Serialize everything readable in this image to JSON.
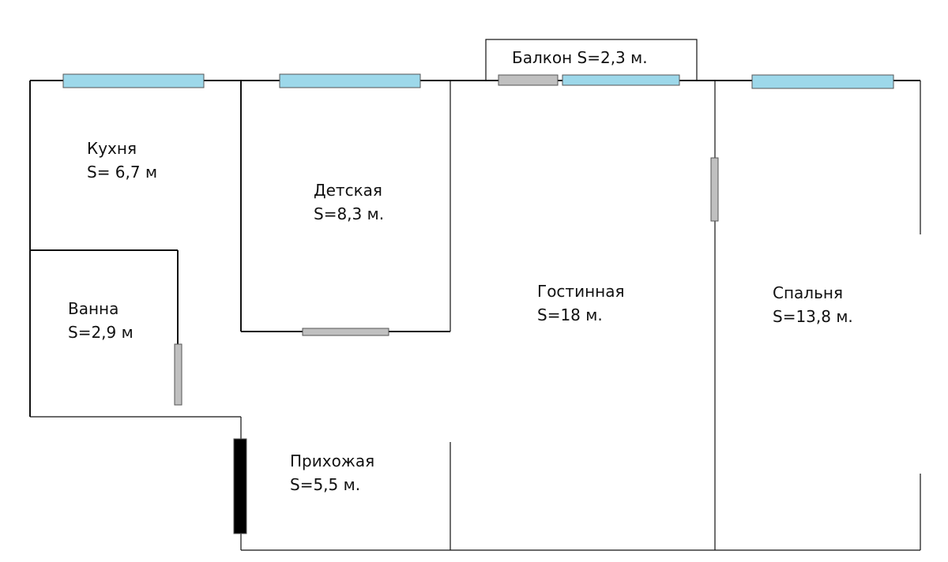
{
  "rooms": {
    "kitchen": {
      "name": "Кухня",
      "area": "S= 6,7 м"
    },
    "kids": {
      "name": "Детская",
      "area": "S=8,3 м."
    },
    "bath": {
      "name": "Ванна",
      "area": "S=2,9 м"
    },
    "living": {
      "name": "Гостинная",
      "area": "S=18 м."
    },
    "bedroom": {
      "name": "Спальня",
      "area": "S=13,8 м."
    },
    "hall": {
      "name": "Прихожая",
      "area": "S=5,5 м."
    },
    "balcony": {
      "label": "Балкон S=2,3 м."
    }
  },
  "colors": {
    "window": "#9dd8ea",
    "door": "#c0c0c0",
    "entrance": "#000000",
    "wall": "#111111"
  }
}
